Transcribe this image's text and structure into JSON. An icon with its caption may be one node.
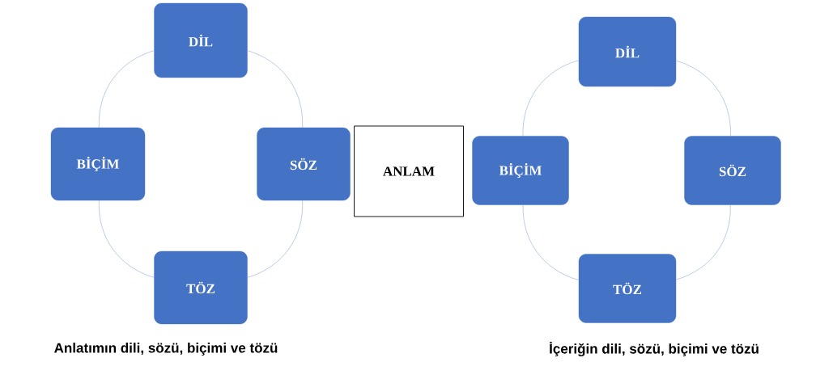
{
  "diagram": {
    "nodes": [
      {
        "text": [
          "DİL"
        ]
      },
      {
        "text": [
          "BİÇİM"
        ]
      },
      {
        "text": [
          "SÖZ"
        ]
      },
      {
        "text": [
          "TÖZ"
        ]
      },
      {
        "text": [
          "ANLAM"
        ]
      },
      {
        "text": [
          "DİL"
        ]
      },
      {
        "text": [
          "BİÇİM"
        ]
      },
      {
        "text": [
          "SÖZ"
        ]
      },
      {
        "text": [
          "TÖZ"
        ]
      }
    ],
    "edges": [
      {
        "from": 0,
        "to": 2,
        "arrow": "none"
      },
      {
        "from": 2,
        "to": 3,
        "arrow": "none"
      },
      {
        "from": 3,
        "to": 1,
        "arrow": "none"
      },
      {
        "from": 1,
        "to": 0,
        "arrow": "none"
      },
      {
        "from": 5,
        "to": 7,
        "arrow": "none"
      },
      {
        "from": 7,
        "to": 8,
        "arrow": "none"
      },
      {
        "from": 8,
        "to": 6,
        "arrow": "none"
      },
      {
        "from": 6,
        "to": 5,
        "arrow": "none"
      }
    ],
    "labels": [
      "Anlatımın dili, sözü, biçimi ve tözü",
      "İçeriğin dili, sözü, biçimi ve tözü"
    ]
  }
}
